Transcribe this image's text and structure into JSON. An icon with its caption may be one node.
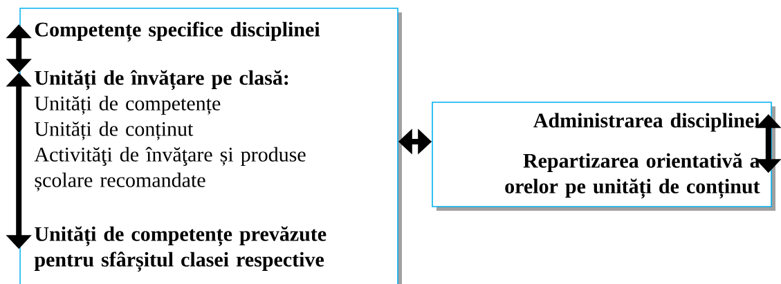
{
  "diagram": {
    "nodes": [
      {
        "text": [],
        "shape": "box"
      },
      {
        "text": [
          "Competențe specifice disciplinei"
        ],
        "in": 0
      },
      {
        "text": [
          "Unități de învățare pe clasă:",
          "Unități de competențe",
          "Unități de conținut",
          "Activităţi de învăţare și produse școlare recomandate"
        ],
        "in": 0
      },
      {
        "text": [
          "Unități de competențe prevăzute pentru sfârșitul clasei respective"
        ],
        "in": 0
      },
      {
        "text": [],
        "shape": "box"
      },
      {
        "text": [
          "Administrarea disciplinei"
        ],
        "in": 4
      },
      {
        "text": [
          "Repartizarea orientativă a orelor pe unități de conținut"
        ],
        "in": 4
      }
    ],
    "edges": [
      {
        "from": 1,
        "to": 2,
        "arrow": "both"
      },
      {
        "from": 2,
        "to": 3,
        "arrow": "both"
      },
      {
        "from": 0,
        "to": 4,
        "arrow": "both"
      },
      {
        "from": 5,
        "to": 6,
        "arrow": "both"
      }
    ]
  }
}
